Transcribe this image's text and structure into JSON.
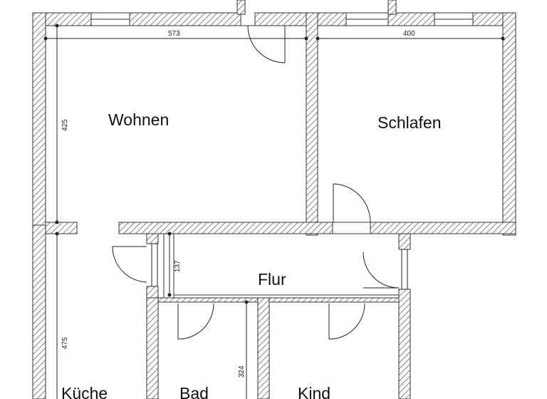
{
  "floorplan": {
    "rooms": {
      "wohnen": "Wohnen",
      "schlafen": "Schlafen",
      "flur": "Flur",
      "kueche": "Küche",
      "bad": "Bad",
      "kind": "Kind"
    },
    "dimensions": {
      "wohnen_width": "573",
      "schlafen_width": "400",
      "wohnen_height": "425",
      "flur_height": "137",
      "kueche_height": "475",
      "bad_height": "324"
    }
  }
}
